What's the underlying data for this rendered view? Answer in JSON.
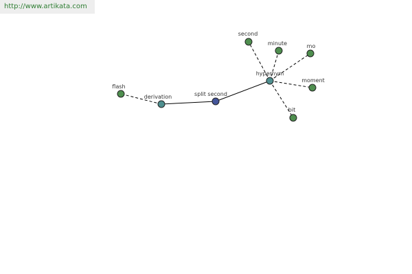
{
  "source": {
    "url_text": "http://www.artikata.com"
  },
  "colors": {
    "term_node": "#4f8f4f",
    "relation_node": "#4f8f8f",
    "focus_node": "#44559a",
    "edge": "#000000"
  },
  "graph": {
    "nodes": [
      {
        "id": "split-second",
        "label": "split second",
        "kind": "focus"
      },
      {
        "id": "derivation",
        "label": "derivation",
        "kind": "relation"
      },
      {
        "id": "hypernym",
        "label": "hypernym",
        "kind": "relation"
      },
      {
        "id": "flash",
        "label": "flash",
        "kind": "term"
      },
      {
        "id": "second",
        "label": "second",
        "kind": "term"
      },
      {
        "id": "minute",
        "label": "minute",
        "kind": "term"
      },
      {
        "id": "mo",
        "label": "mo",
        "kind": "term"
      },
      {
        "id": "moment",
        "label": "moment",
        "kind": "term"
      },
      {
        "id": "bit",
        "label": "bit",
        "kind": "term"
      }
    ],
    "edges": [
      {
        "from": "split-second",
        "to": "derivation",
        "style": "solid"
      },
      {
        "from": "split-second",
        "to": "hypernym",
        "style": "solid"
      },
      {
        "from": "derivation",
        "to": "flash",
        "style": "dashed"
      },
      {
        "from": "hypernym",
        "to": "second",
        "style": "dashed"
      },
      {
        "from": "hypernym",
        "to": "minute",
        "style": "dashed"
      },
      {
        "from": "hypernym",
        "to": "mo",
        "style": "dashed"
      },
      {
        "from": "hypernym",
        "to": "moment",
        "style": "dashed"
      },
      {
        "from": "hypernym",
        "to": "bit",
        "style": "dashed"
      }
    ]
  }
}
